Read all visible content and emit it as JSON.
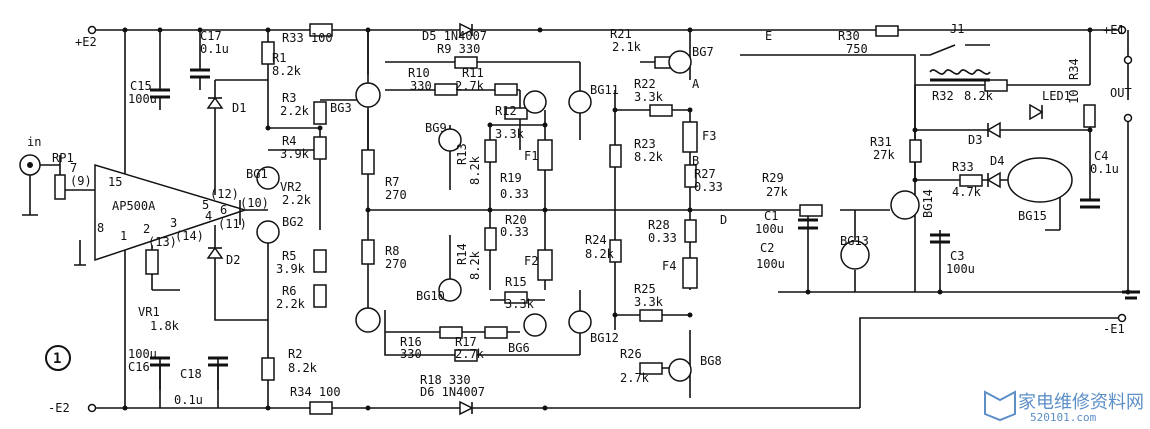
{
  "rails": {
    "pos_e2": "+E2",
    "neg_e2": "-E2",
    "pos_e1": "+E1",
    "neg_e1": "-E1",
    "out": "OUT",
    "input": "in",
    "figure_no": "1"
  },
  "ic": {
    "name": "AP500A",
    "pin7": "7",
    "pin15": "15",
    "pin9": "(9)",
    "pin8": "8",
    "pin1": "1",
    "pin2": "2",
    "pin3": "3",
    "pin13": "(13)",
    "pin14": "(14)",
    "pin5": "5",
    "pin4": "4",
    "pin6": "6",
    "pin12": "(12)",
    "pin10": "(10)",
    "pin11": "(11)"
  },
  "resistors": {
    "R1": "R1",
    "R1v": "8.2k",
    "R2": "R2",
    "R2v": "8.2k",
    "R3": "R3",
    "R3v": "2.2k",
    "R4": "R4",
    "R4v": "3.9k",
    "R5": "R5",
    "R5v": "3.9k",
    "R6": "R6",
    "R6v": "2.2k",
    "R7": "R7",
    "R7v": "270",
    "R8": "R8",
    "R8v": "270",
    "R9": "R9 330",
    "R10": "R10",
    "R10v": "330",
    "R11": "R11",
    "R11v": "2.7k",
    "R12": "R12",
    "R12v": "3.3k",
    "R13": "R13",
    "R13v": "8.2k",
    "R14": "R14",
    "R14v": "8.2k",
    "R15": "R15",
    "R15v": "3.3k",
    "R16": "R16",
    "R16v": "330",
    "R17": "R17",
    "R17v": "2.7k",
    "R18": "R18 330",
    "R19": "R19",
    "R19v": "0.33",
    "R20": "R20",
    "R20v": "0.33",
    "R21": "R21",
    "R21v": "2.1k",
    "R22": "R22",
    "R22v": "3.3k",
    "R23": "R23",
    "R23v": "8.2k",
    "R24": "R24",
    "R24v": "8.2k",
    "R25": "R25",
    "R25v": "3.3k",
    "R26": "R26",
    "R26v": "2.7k",
    "R27": "R27",
    "R27v": "0.33",
    "R28": "R28",
    "R28v": "0.33",
    "R29": "R29",
    "R29v": "27k",
    "R30": "R30",
    "R30v": "750",
    "R31": "R31",
    "R31v": "27k",
    "R32": "R32",
    "R32v": "8.2k",
    "R33": "R33",
    "R33v": "4.7k",
    "R34": "R34",
    "R34v": "10",
    "R33top": "R33 100",
    "R34bot": "R34  100"
  },
  "pots": {
    "RP1": "RP1",
    "VR1": "VR1",
    "VR1v": "1.8k",
    "VR2": "VR2",
    "VR2v": "2.2k"
  },
  "capacitors": {
    "C1": "C1",
    "C1v": "100u",
    "C2": "C2",
    "C2v": "100u",
    "C3": "C3",
    "C3v": "100u",
    "C4": "C4",
    "C4v": "0.1u",
    "C15": "C15",
    "C15v": "100u",
    "C16": "C16",
    "C16v": "100u",
    "C17": "C17",
    "C17v": "0.1u",
    "C18": "C18",
    "C18v": "0.1u"
  },
  "diodes": {
    "D1": "D1",
    "D2": "D2",
    "D3": "D3",
    "D4": "D4",
    "D5": "D5 1N4007",
    "D6": "D6  1N4007",
    "LED1": "LED1"
  },
  "transistors": {
    "BG1": "BG1",
    "BG2": "BG2",
    "BG3": "BG3",
    "BG6": "BG6",
    "BG7": "BG7",
    "BG8": "BG8",
    "BG9": "BG9",
    "BG10": "BG10",
    "BG11": "BG11",
    "BG12": "BG12",
    "BG13": "BG13",
    "BG14": "BG14",
    "BG15": "BG15"
  },
  "fuses": {
    "F1": "F1",
    "F2": "F2",
    "F3": "F3",
    "F4": "F4"
  },
  "nodes": {
    "A": "A",
    "B": "B",
    "D": "D",
    "E": "E",
    "J1": "J1"
  },
  "watermark": {
    "cn": "家电维修资料网",
    "url": "520101.com"
  }
}
